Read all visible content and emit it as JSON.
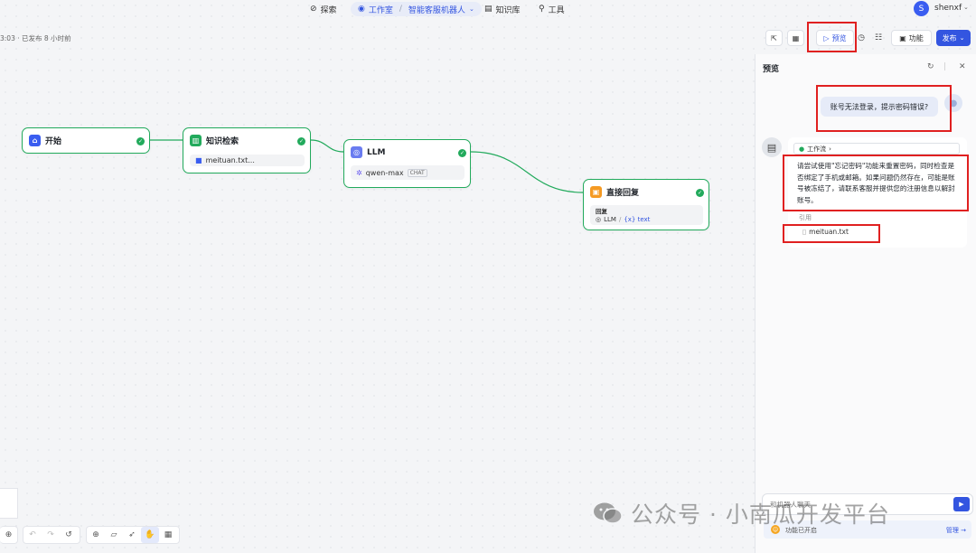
{
  "nav": {
    "explore": "探索",
    "studio": "工作室",
    "app_name": "智能客服机器人",
    "knowledge": "知识库",
    "tools": "工具"
  },
  "user": {
    "initial": "S",
    "name": "shenxf"
  },
  "status_line": "3:03 · 已发布 8 小时前",
  "toolbar": {
    "preview": "预览",
    "features": "功能",
    "publish": "发布"
  },
  "nodes": {
    "start": {
      "title": "开始"
    },
    "knowledge": {
      "title": "知识检索",
      "file": "meituan.txt..."
    },
    "llm": {
      "title": "LLM",
      "model": "qwen-max",
      "mode": "CHAT"
    },
    "reply": {
      "title": "直接回复",
      "section": "回复",
      "var_node": "LLM",
      "var_name": "{x} text"
    }
  },
  "panel": {
    "title": "预览",
    "user_message": "账号无法登录，提示密码错误?",
    "workflow_label": "工作流",
    "answer": "请尝试使用\"忘记密码\"功能来重置密码，同时检查是否绑定了手机或邮箱。如果问题仍然存在，可能是账号被冻结了，请联系客服并提供您的注册信息以解封账号。",
    "citation_label": "引用",
    "citation_file": "meituan.txt",
    "input_placeholder": "和机器人聊天",
    "feature_status": "功能已开启",
    "manage": "管理"
  },
  "watermark": "公众号 · 小南瓜开发平台",
  "colors": {
    "accent": "#3355e0",
    "success": "#22aa5c",
    "highlight": "#e02020"
  }
}
